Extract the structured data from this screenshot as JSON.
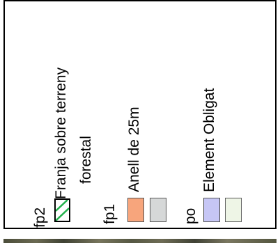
{
  "legend": {
    "groups": [
      {
        "code": "fp2",
        "label_line1": "Franja sobre terreny",
        "label_line2": "forestal"
      },
      {
        "code": "fp1",
        "label_line1": "Anell de 25m"
      },
      {
        "code": "po",
        "label_line1": "Element Obligat"
      }
    ]
  },
  "colors": {
    "fp2_hatch": "#22b14c",
    "fp1_orange": "#f7a57c",
    "fp1_gray": "#d6d8d8",
    "po_blue": "#c6c6f5",
    "po_green": "#eef5e6"
  }
}
